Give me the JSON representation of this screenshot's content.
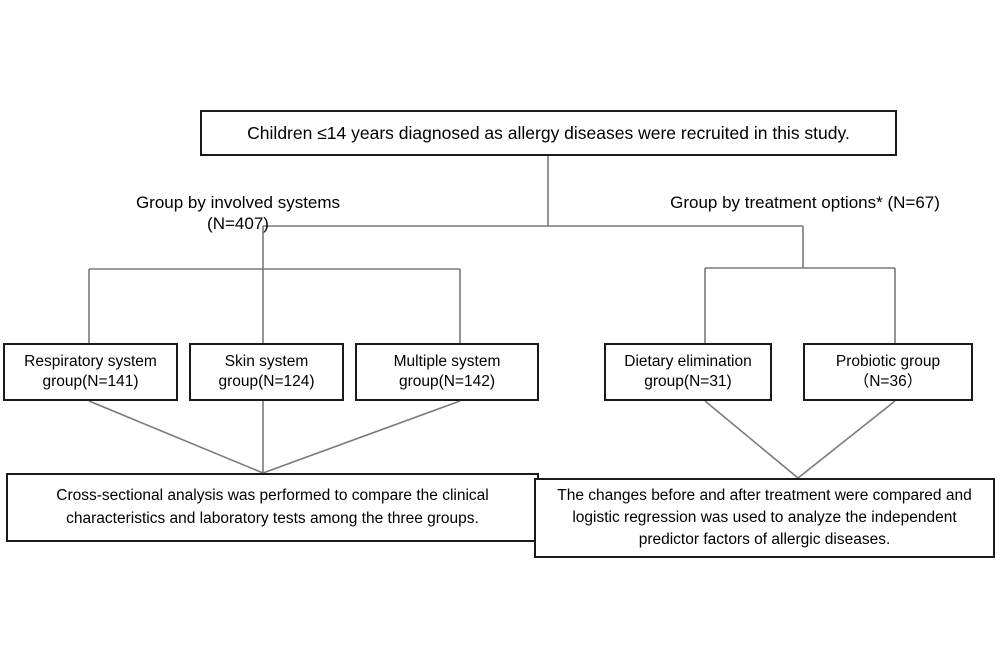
{
  "diagram": {
    "title": "Study enrollment and grouping flowchart",
    "type": "flowchart",
    "line_color": "#6e6e6e",
    "box_border_color": "#1a1a1a",
    "background_color": "#ffffff",
    "root": {
      "text": "Children ≤14 years diagnosed as allergy diseases were recruited in this study."
    },
    "branches": [
      {
        "id": "involved-systems",
        "caption": "Group by  involved systems\n(N=407)",
        "n": 407
      },
      {
        "id": "treatment-options",
        "caption": "Group by treatment options*  (N=67)",
        "n": 67
      }
    ],
    "groups": [
      {
        "id": "respiratory",
        "text": "Respiratory system\ngroup(N=141)",
        "n": 141
      },
      {
        "id": "skin",
        "text": "Skin system\ngroup(N=124)",
        "n": 124
      },
      {
        "id": "multiple",
        "text": "Multiple system\ngroup(N=142)",
        "n": 142
      },
      {
        "id": "dietary",
        "text": "Dietary elimination\ngroup(N=31)",
        "n": 31
      },
      {
        "id": "probiotic",
        "text": "Probiotic group\n（N=36）",
        "n": 36
      }
    ],
    "conclusions": [
      {
        "id": "cross-sectional",
        "text": "Cross-sectional analysis was performed to compare the clinical characteristics and laboratory tests among the three groups."
      },
      {
        "id": "treatment-change",
        "text": "The changes before and after treatment were compared and logistic regression was used to analyze the independent predictor factors of allergic diseases."
      }
    ]
  }
}
